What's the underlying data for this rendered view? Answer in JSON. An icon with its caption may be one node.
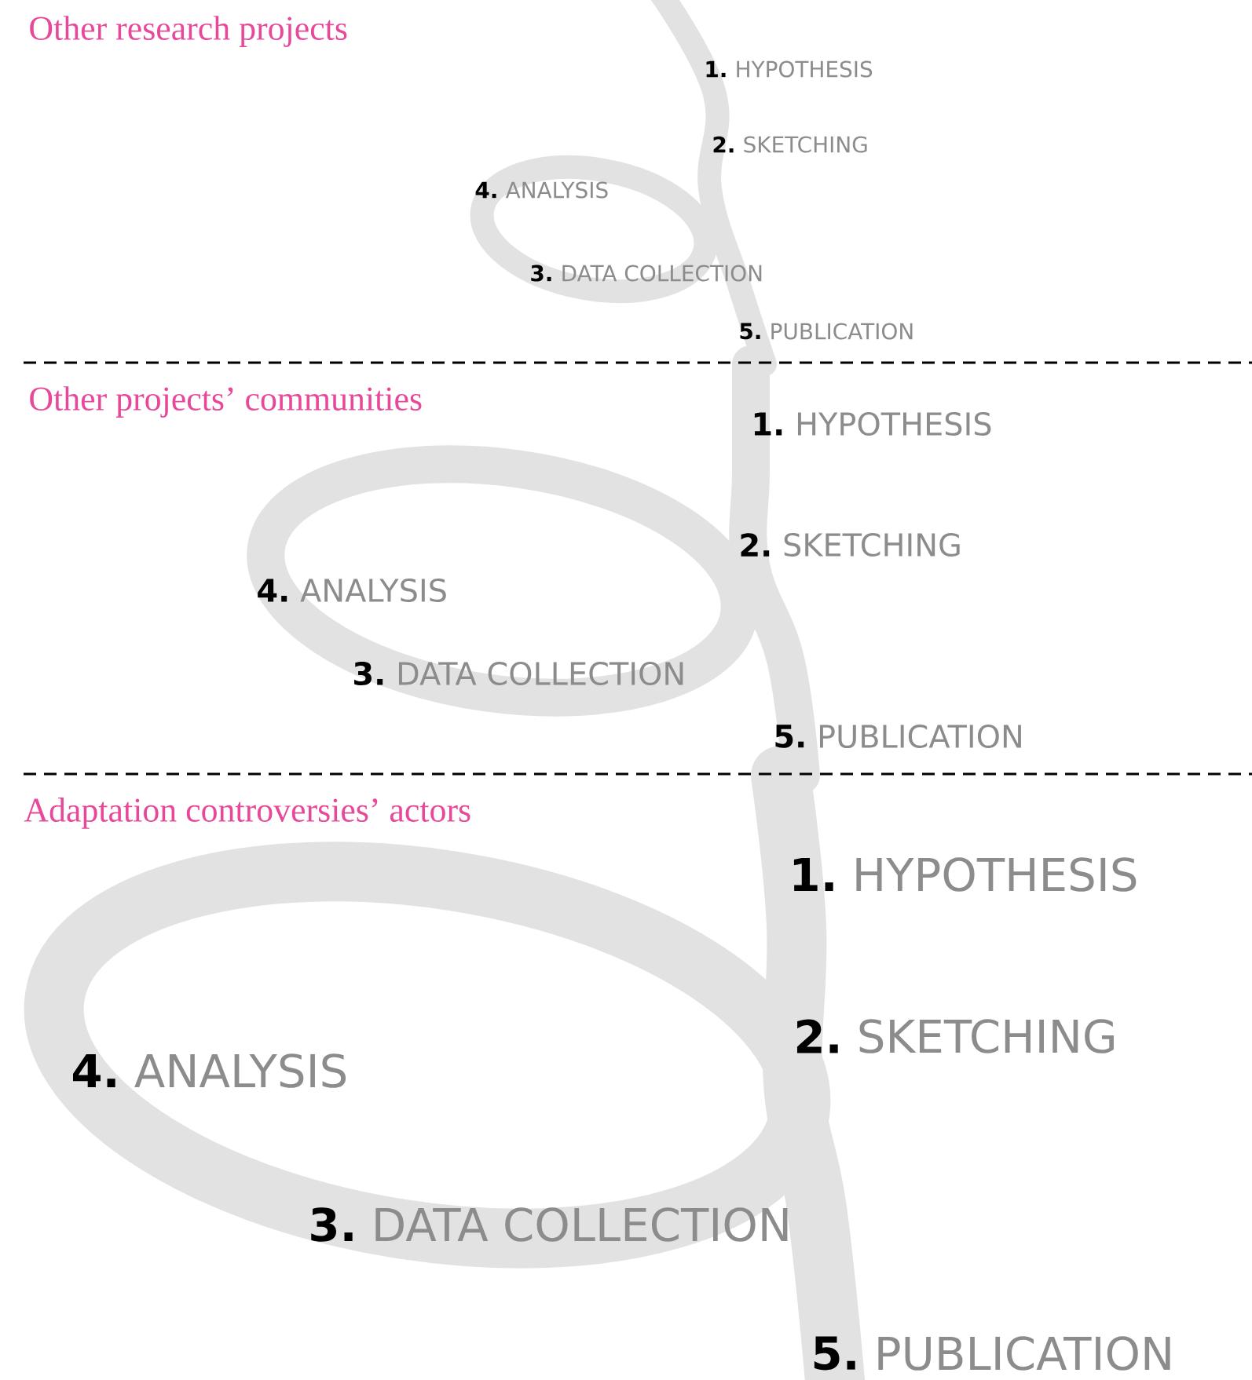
{
  "diagram": {
    "labels": [
      "Other research projects",
      "1.",
      "HYPOTHESIS",
      "2.",
      "SKETCHING",
      "4.",
      "ANALYSIS",
      "3.",
      "DATA COLLECTION",
      "5.",
      "PUBLICATION",
      "Other projects’ communities",
      "1.",
      "HYPOTHESIS",
      "2.",
      "SKETCHING",
      "4.",
      "ANALYSIS",
      "3.",
      "DATA COLLECTION",
      "5.",
      "PUBLICATION",
      "Adaptation controversies’ actors",
      "1.",
      "HYPOTHESIS",
      "2.",
      "SKETCHING",
      "4.",
      "ANALYSIS",
      "3.",
      "DATA COLLECTION",
      "5.",
      "PUBLICATION"
    ]
  }
}
